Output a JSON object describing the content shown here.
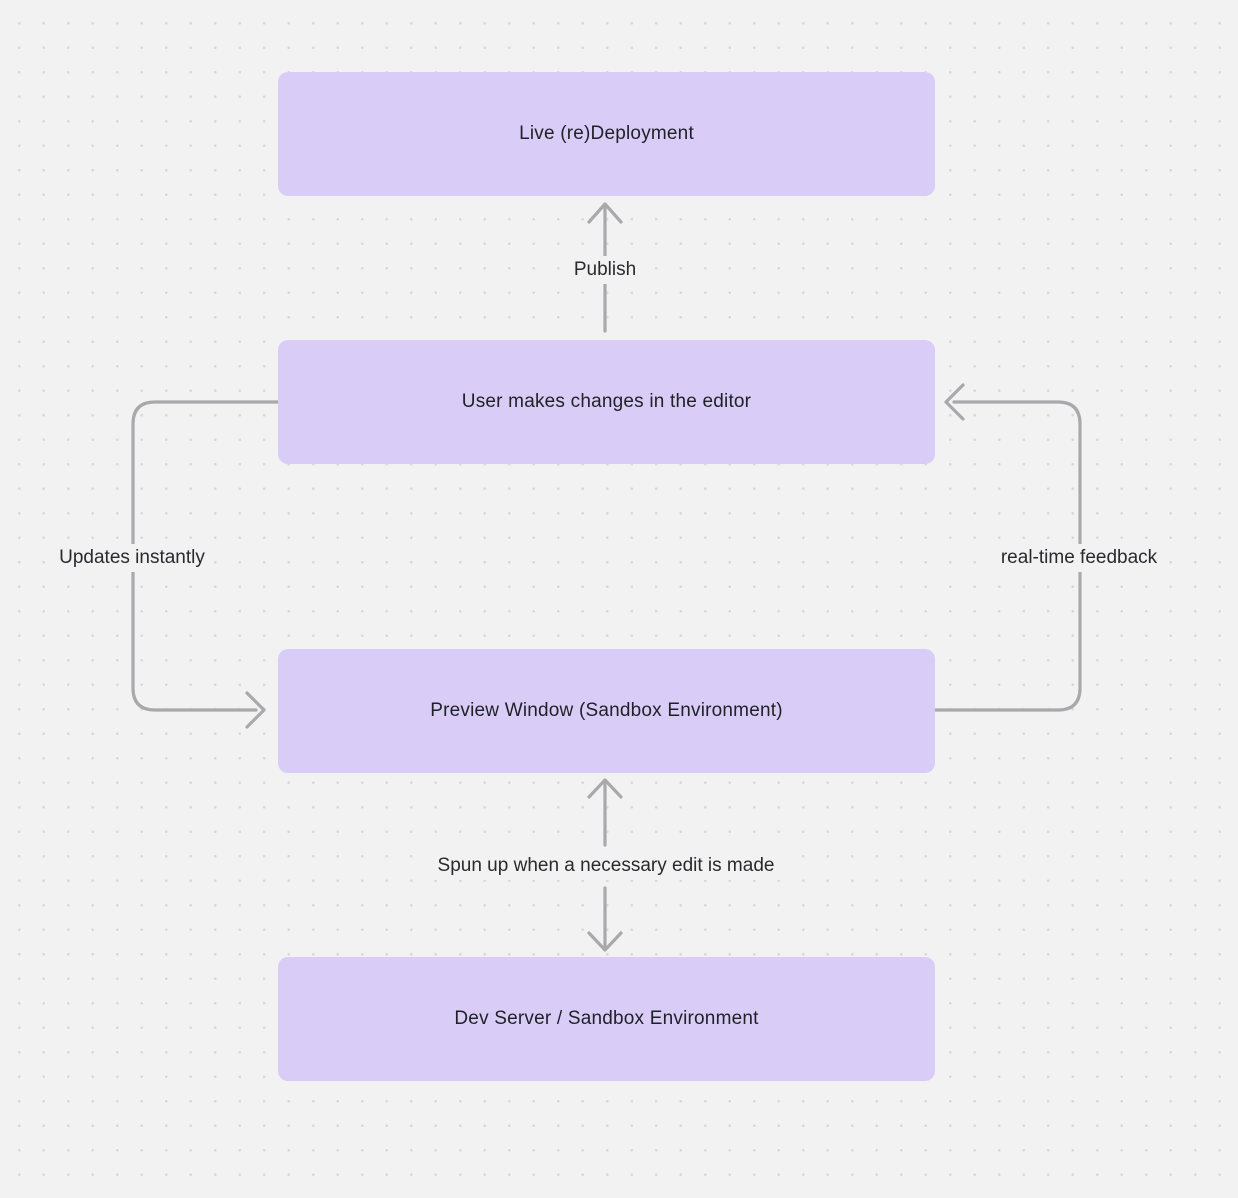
{
  "diagram": {
    "nodes": [
      {
        "id": "live-redeployment",
        "label": "Live (re)Deployment"
      },
      {
        "id": "user-editor",
        "label": "User makes changes in the editor"
      },
      {
        "id": "preview-window",
        "label": "Preview Window (Sandbox Environment)"
      },
      {
        "id": "dev-server",
        "label": "Dev Server / Sandbox Environment"
      }
    ],
    "edges": [
      {
        "id": "publish",
        "from": "user-editor",
        "to": "live-redeployment",
        "label": "Publish",
        "bidirectional": false
      },
      {
        "id": "updates-instantly",
        "from": "user-editor",
        "to": "preview-window",
        "label": "Updates instantly",
        "bidirectional": false
      },
      {
        "id": "real-time-feedback",
        "from": "preview-window",
        "to": "user-editor",
        "label": "real-time feedback",
        "bidirectional": false
      },
      {
        "id": "spun-up",
        "from": "preview-window",
        "to": "dev-server",
        "label": "Spun up when a necessary edit is made",
        "bidirectional": true
      }
    ],
    "colors": {
      "background": "#f2f2f3",
      "dot": "#d8d8da",
      "node_fill": "#d9cdf8",
      "node_text": "#1f2126",
      "arrow": "#a9a9ab"
    }
  }
}
